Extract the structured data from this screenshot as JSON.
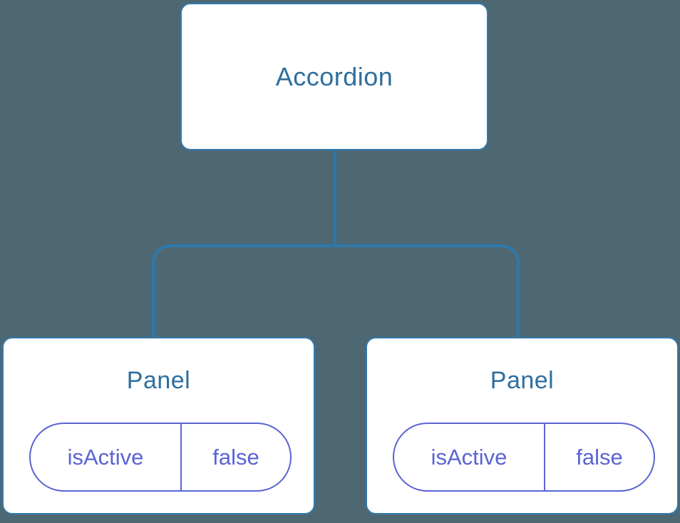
{
  "diagram": {
    "type": "component-tree",
    "root": {
      "label": "Accordion"
    },
    "children": [
      {
        "label": "Panel",
        "state": {
          "name": "isActive",
          "value": "false"
        }
      },
      {
        "label": "Panel",
        "state": {
          "name": "isActive",
          "value": "false"
        }
      }
    ]
  },
  "colors": {
    "background": "#4D6873",
    "node_fill": "#FFFFFF",
    "node_border": "#337AAD",
    "heading_text": "#2E6E9E",
    "connector_line": "#2E78AC",
    "state_pill": "#5B63D4"
  }
}
